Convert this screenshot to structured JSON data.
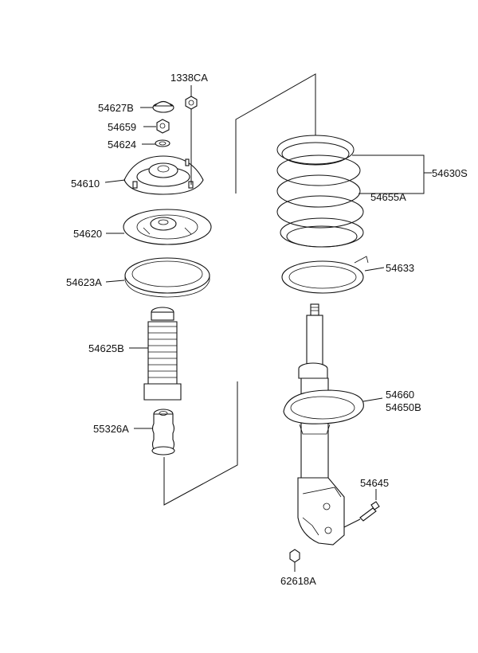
{
  "diagram": {
    "labels": {
      "p1338CA": "1338CA",
      "p54627B": "54627B",
      "p54659": "54659",
      "p54624": "54624",
      "p54610": "54610",
      "p54620": "54620",
      "p54623A": "54623A",
      "p54625B": "54625B",
      "p55326A": "55326A",
      "p54630S": "54630S",
      "p54655A": "54655A",
      "p54633": "54633",
      "p54660": "54660",
      "p54650B": "54650B",
      "p54645": "54645",
      "p62618A": "62618A"
    }
  }
}
